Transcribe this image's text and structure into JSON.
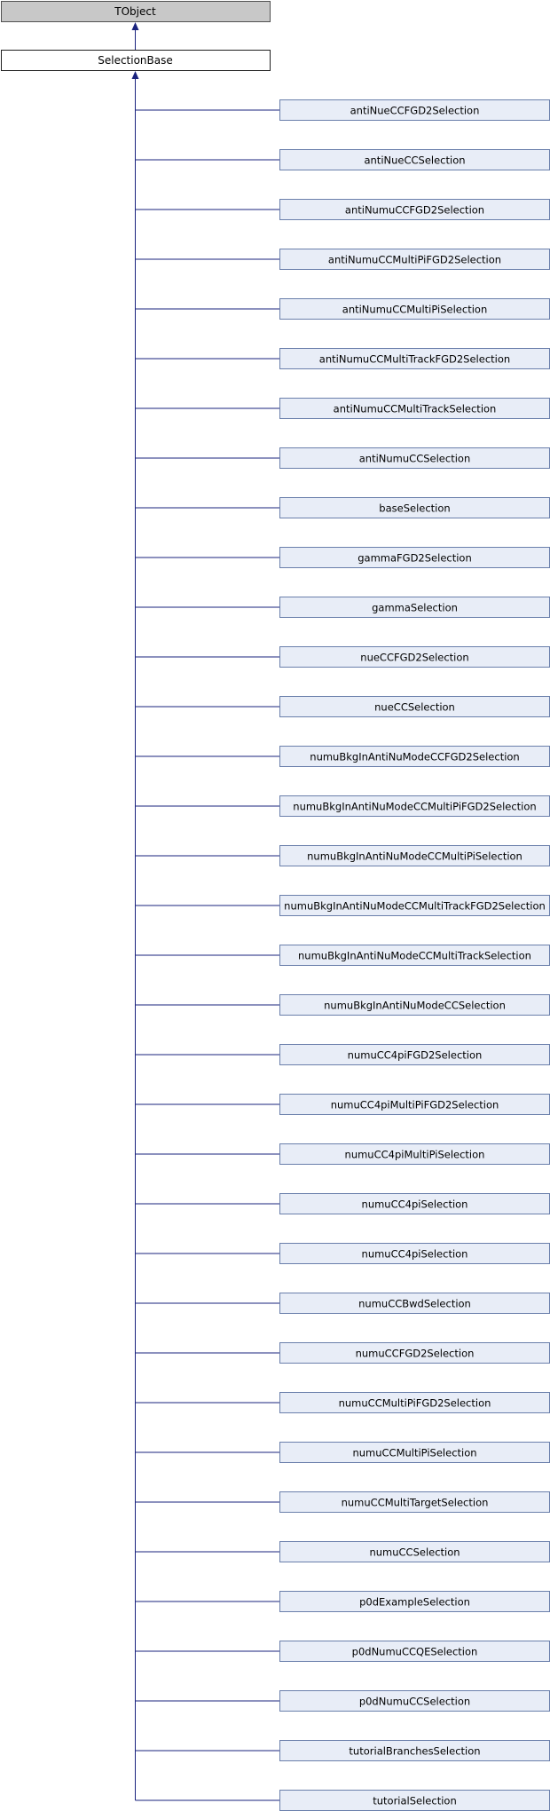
{
  "root": {
    "label": "TObject",
    "fill": "#c8c8c8",
    "stroke": "#505050"
  },
  "base": {
    "label": "SelectionBase",
    "fill": "#ffffff",
    "stroke": "#202020"
  },
  "child_style": {
    "fill": "#e8edf7",
    "stroke": "#6a7fab"
  },
  "edge_color": "#1a237e",
  "children": [
    "antiNueCCFGD2Selection",
    "antiNueCCSelection",
    "antiNumuCCFGD2Selection",
    "antiNumuCCMultiPiFGD2Selection",
    "antiNumuCCMultiPiSelection",
    "antiNumuCCMultiTrackFGD2Selection",
    "antiNumuCCMultiTrackSelection",
    "antiNumuCCSelection",
    "baseSelection",
    "gammaFGD2Selection",
    "gammaSelection",
    "nueCCFGD2Selection",
    "nueCCSelection",
    "numuBkgInAntiNuModeCCFGD2Selection",
    "numuBkgInAntiNuModeCCMultiPiFGD2Selection",
    "numuBkgInAntiNuModeCCMultiPiSelection",
    "numuBkgInAntiNuModeCCMultiTrackFGD2Selection",
    "numuBkgInAntiNuModeCCMultiTrackSelection",
    "numuBkgInAntiNuModeCCSelection",
    "numuCC4piFGD2Selection",
    "numuCC4piMultiPiFGD2Selection",
    "numuCC4piMultiPiSelection",
    "numuCC4piSelection",
    "numuCC4piSelection",
    "numuCCBwdSelection",
    "numuCCFGD2Selection",
    "numuCCMultiPiFGD2Selection",
    "numuCCMultiPiSelection",
    "numuCCMultiTargetSelection",
    "numuCCSelection",
    "p0dExampleSelection",
    "p0dNumuCCQESelection",
    "p0dNumuCCSelection",
    "tutorialBranchesSelection",
    "tutorialSelection"
  ]
}
